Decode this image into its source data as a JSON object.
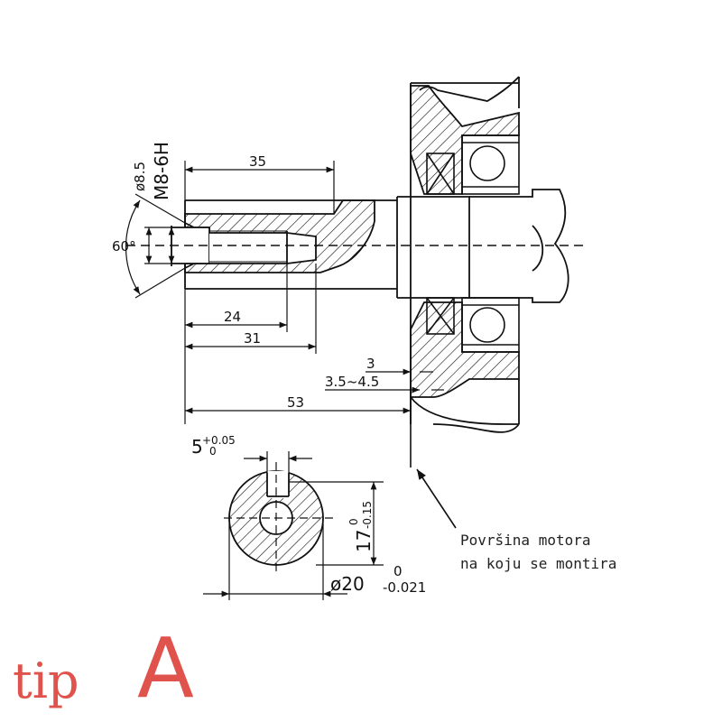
{
  "labels": {
    "dia_thread_pilot": "ø8.5",
    "thread": "M8-6H",
    "angle": "60°",
    "len_35": "35",
    "len_24": "24",
    "len_31": "31",
    "len_53": "53",
    "len_3": "3",
    "len_3545": "3.5~4.5",
    "key_width": "5",
    "key_width_upper": "+0.05",
    "key_width_lower": "0",
    "key_depth": "17",
    "key_depth_upper": "0",
    "key_depth_lower": "-0.15",
    "shaft_dia": "ø20",
    "shaft_dia_upper": "0",
    "shaft_dia_lower": "-0.021"
  },
  "note": {
    "line1": "Površina motora",
    "line2": "na koju se montira"
  },
  "brand": {
    "prefix": "tip",
    "letter": "A"
  },
  "colors": {
    "line": "#111111",
    "accent": "#e0534d"
  }
}
